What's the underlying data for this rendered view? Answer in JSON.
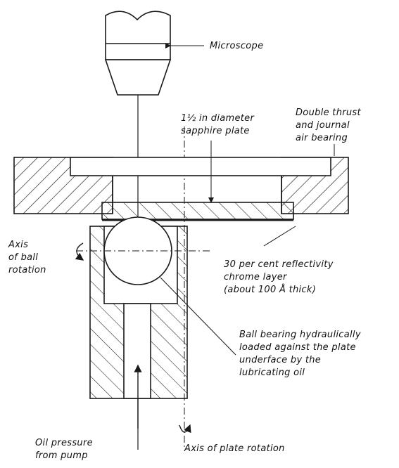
{
  "labels": {
    "microscope": "Microscope",
    "sapphire_plate_1": "1½ in diameter",
    "sapphire_plate_2": "sapphire plate",
    "air_bearing_1": "Double thrust",
    "air_bearing_2": "and journal",
    "air_bearing_3": "air bearing",
    "axis_ball_1": "Axis",
    "axis_ball_2": "of ball",
    "axis_ball_3": "rotation",
    "chrome_1": "30 per cent reflectivity",
    "chrome_2": "chrome layer",
    "chrome_3": "(about 100 Å thick)",
    "ball_1": "Ball bearing hydraulically",
    "ball_2": "loaded against the plate",
    "ball_3": "underface by the",
    "ball_4": "lubricating oil",
    "oil_1": "Oil pressure",
    "oil_2": "from pump",
    "plate_axis": "Axis of plate rotation"
  },
  "colors": {
    "ink": "#1a1a1a",
    "background": "#ffffff"
  }
}
